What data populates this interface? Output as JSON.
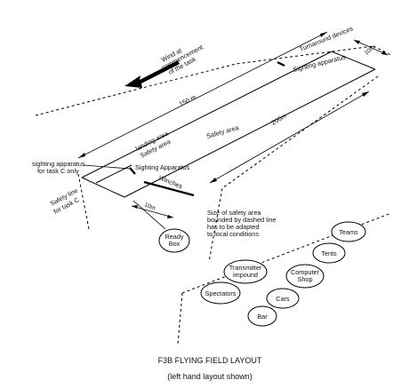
{
  "labels": {
    "turnaround": "Turnaround devices",
    "dim_10m_top": "10m",
    "sighting_top": "Sighting apparatus",
    "wind_line1": "Wind at",
    "wind_line2": "commencement",
    "wind_line3": "of the task",
    "dim_150m": "150 m",
    "dim_200m": "200m",
    "safety_area": "Safety area",
    "landing_area": "landing area",
    "safety_area2": "Safety area",
    "sighting_c_line1": "sighting apparatus",
    "sighting_c_line2": "for task C only",
    "sighting_apparatus": "Sighting Apparatus",
    "winches": "Winches",
    "safety_line1": "Safety line",
    "safety_line2": "for task C",
    "dim_10m_bottom": "10m",
    "note_line1": "Size of safety area",
    "note_line2": "bounded by dashed line",
    "note_line3": "has to be adapted",
    "note_line4": "to local conditions"
  },
  "facilities": [
    {
      "line1": "Ready",
      "line2": "Box"
    },
    {
      "line1": "Transmitter",
      "line2": "impound"
    },
    {
      "line1": "Spectators",
      "line2": ""
    },
    {
      "line1": "Cars",
      "line2": ""
    },
    {
      "line1": "Bar",
      "line2": ""
    },
    {
      "line1": "Computer",
      "line2": "Shop"
    },
    {
      "line1": "Tents",
      "line2": ""
    },
    {
      "line1": "Teams",
      "line2": ""
    }
  ],
  "caption": {
    "title": "F3B FLYING FIELD LAYOUT",
    "subtitle": "(left hand layout shown)"
  }
}
